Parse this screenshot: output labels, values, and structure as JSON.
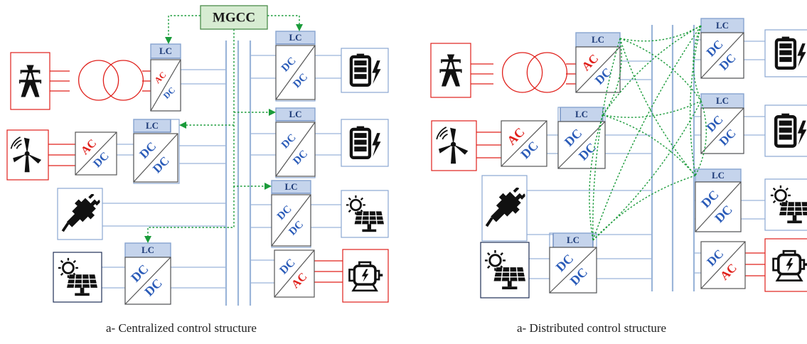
{
  "panels": [
    {
      "caption": "a- Centralized control structure"
    },
    {
      "caption": "a- Distributed control structure"
    }
  ],
  "controller": {
    "label": "MGCC"
  },
  "lc_label": "LC",
  "conv": {
    "ac": "AC",
    "dc": "DC"
  },
  "colors": {
    "bus": "#9bb5d9",
    "lc_fill": "#c5d4ec",
    "lc_border": "#5b7db7",
    "box_border": "#8aa7d1",
    "ac_text": "#e0201b",
    "dc_text": "#2a5bb8",
    "red": "#e0201b",
    "green_link": "#1a9b3a",
    "mgcc_fill": "#d7ecd2",
    "mgcc_border": "#4c8c4a"
  }
}
